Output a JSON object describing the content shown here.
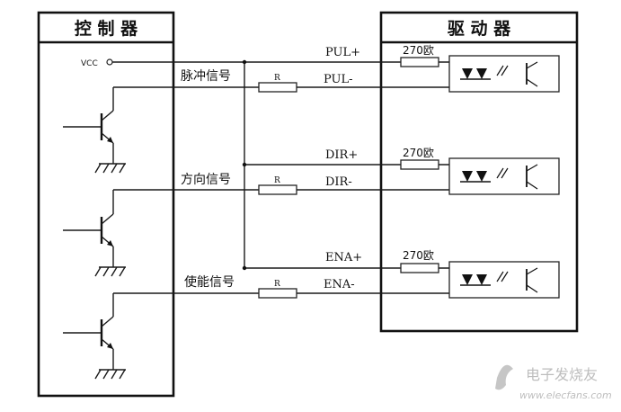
{
  "controller": {
    "title": "控 制 器",
    "vcc_label": "VCC"
  },
  "driver": {
    "title": "驱 动 器"
  },
  "channels": [
    {
      "signal_label": "脉冲信号",
      "plus_label": "PUL+",
      "minus_label": "PUL-",
      "resistor_label": "R",
      "driver_resistor_label": "270欧"
    },
    {
      "signal_label": "方向信号",
      "plus_label": "DIR+",
      "minus_label": "DIR-",
      "resistor_label": "R",
      "driver_resistor_label": "270欧"
    },
    {
      "signal_label": "使能信号",
      "plus_label": "ENA+",
      "minus_label": "ENA-",
      "resistor_label": "R",
      "driver_resistor_label": "270欧"
    }
  ],
  "watermark": {
    "line1": "电子发烧友",
    "line2": "www.elecfans.com"
  }
}
